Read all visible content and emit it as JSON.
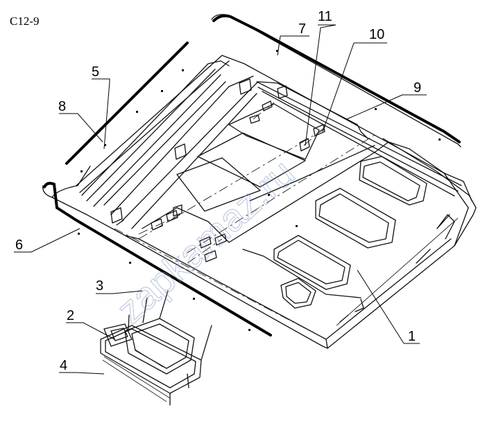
{
  "drawing": {
    "code": "C12-9",
    "watermark": "zapkamaz.ru",
    "callouts": [
      "1",
      "2",
      "3",
      "4",
      "5",
      "6",
      "7",
      "8",
      "9",
      "10",
      "11"
    ]
  }
}
